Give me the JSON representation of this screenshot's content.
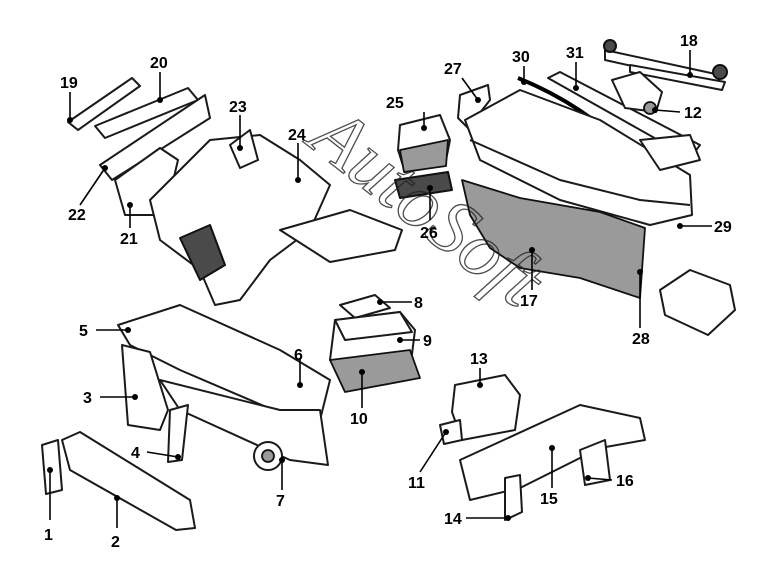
{
  "diagram": {
    "watermark": "AutoSoft",
    "callouts": [
      "1",
      "2",
      "3",
      "4",
      "5",
      "6",
      "7",
      "8",
      "9",
      "10",
      "11",
      "12",
      "13",
      "14",
      "15",
      "16",
      "17",
      "18",
      "19",
      "20",
      "21",
      "22",
      "23",
      "24",
      "25",
      "26",
      "27",
      "28",
      "29",
      "30",
      "31"
    ],
    "colors": {
      "line": "#1a1a1a",
      "fill": "#ffffff",
      "shade_dark": "#4a4a4a",
      "shade_mid": "#9a9a9a"
    }
  }
}
